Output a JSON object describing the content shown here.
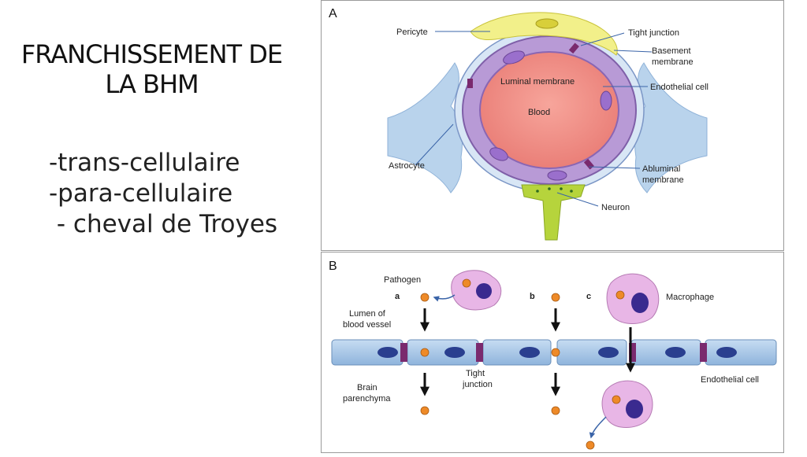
{
  "slide": {
    "title_line1": "FRANCHISSEMENT DE",
    "title_line2": "LA BHM",
    "bullets": [
      "-trans-cellulaire",
      "-para-cellulaire",
      " - cheval de Troyes"
    ]
  },
  "panel_a": {
    "letter": "A",
    "labels": {
      "pericyte": "Pericyte",
      "tight_junction": "Tight junction",
      "basement_membrane_1": "Basement",
      "basement_membrane_2": "membrane",
      "luminal_membrane": "Luminal membrane",
      "endothelial_cell": "Endothelial cell",
      "blood": "Blood",
      "astrocyte": "Astrocyte",
      "abluminal_membrane_1": "Abluminal",
      "abluminal_membrane_2": "membrane",
      "neuron": "Neuron"
    }
  },
  "panel_b": {
    "letter": "B",
    "labels": {
      "pathogen": "Pathogen",
      "route_a": "a",
      "route_b": "b",
      "route_c": "c",
      "macrophage": "Macrophage",
      "lumen_1": "Lumen of",
      "lumen_2": "blood vessel",
      "tight_junction_1": "Tight",
      "tight_junction_2": "junction",
      "brain_1": "Brain",
      "brain_2": "parenchyma",
      "endothelial_cell": "Endothelial cell"
    }
  },
  "colors": {
    "pericyte": "#f2f08a",
    "astrocyte": "#b9d3ec",
    "endothelium": "#b89ad6",
    "blood": "#f08a84",
    "neuron": "#b6d43c",
    "tight_junction": "#7a2a6e",
    "cell_layer": "#a9c8e8",
    "nucleus": "#2a3f8f",
    "pathogen": "#ee8a28",
    "macrophage": "#e8b6e6"
  }
}
